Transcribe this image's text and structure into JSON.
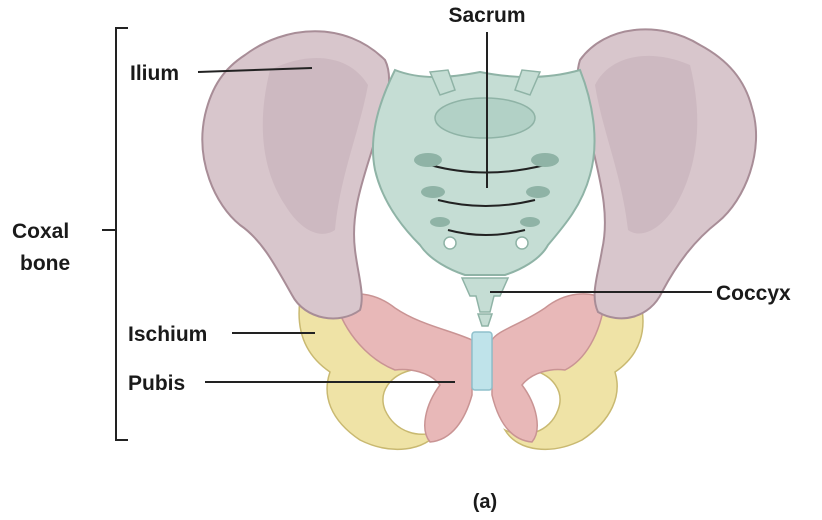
{
  "labels": {
    "sacrum": "Sacrum",
    "ilium": "Ilium",
    "coxal_line1": "Coxal",
    "coxal_line2": "bone",
    "coccyx": "Coccyx",
    "ischium": "Ischium",
    "pubis": "Pubis"
  },
  "caption": "(a)",
  "colors": {
    "ilium": "#d8c6cc",
    "ilium_shadow": "#b59aa5",
    "sacrum": "#c5ddd4",
    "sacrum_shadow": "#9dbfb3",
    "ischium": "#efe3a6",
    "pubis": "#e8b8b8",
    "symphysis": "#bfe3ea"
  }
}
